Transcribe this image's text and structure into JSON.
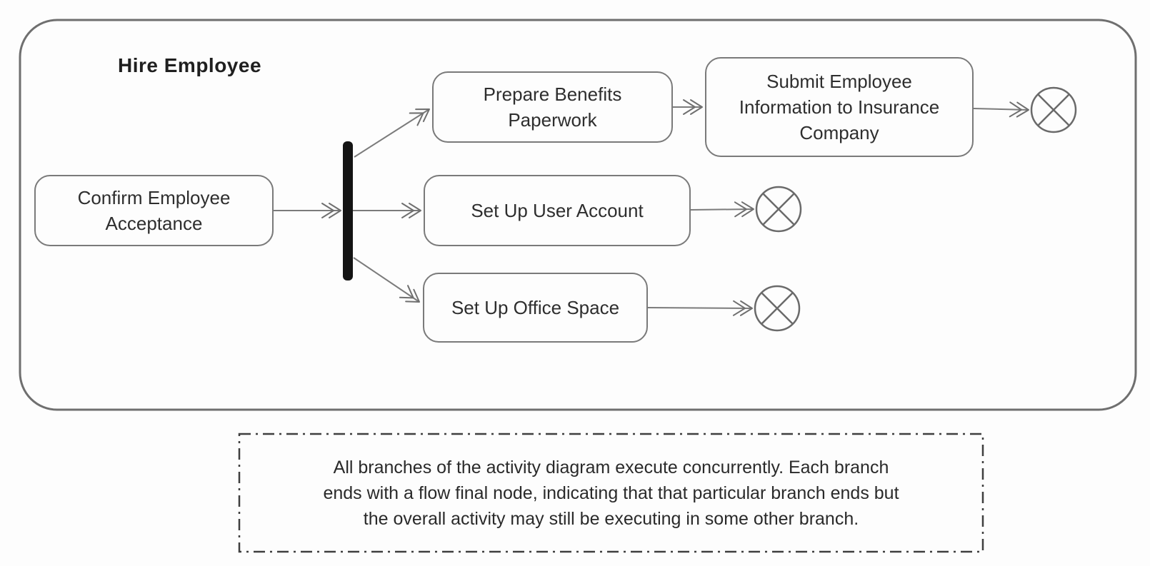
{
  "diagram": {
    "title": "Hire Employee",
    "nodes": {
      "confirm": {
        "type": "action",
        "label": "Confirm Employee\nAcceptance"
      },
      "prepare": {
        "type": "action",
        "label": "Prepare Benefits\nPaperwork"
      },
      "submit": {
        "type": "action",
        "label": "Submit Employee\nInformation to Insurance\nCompany"
      },
      "user_account": {
        "type": "action",
        "label": "Set Up User Account"
      },
      "office_space": {
        "type": "action",
        "label": "Set Up Office Space"
      },
      "fork": {
        "type": "fork"
      },
      "ff_benefits": {
        "type": "flow-final"
      },
      "ff_user_account": {
        "type": "flow-final"
      },
      "ff_office_space": {
        "type": "flow-final"
      }
    },
    "edges": [
      {
        "from": "confirm",
        "to": "fork"
      },
      {
        "from": "fork",
        "to": "prepare"
      },
      {
        "from": "fork",
        "to": "user_account"
      },
      {
        "from": "fork",
        "to": "office_space"
      },
      {
        "from": "prepare",
        "to": "submit"
      },
      {
        "from": "submit",
        "to": "ff_benefits"
      },
      {
        "from": "user_account",
        "to": "ff_user_account"
      },
      {
        "from": "office_space",
        "to": "ff_office_space"
      }
    ],
    "note": {
      "text": "All branches of the activity diagram execute concurrently.  Each branch\nends with a flow final node, indicating that that particular branch ends but\nthe overall activity may still be executing in some other branch."
    },
    "colors": {
      "background": "#fdfdfd",
      "frame_border": "#6f6f6f",
      "node_border": "#7a7a7a",
      "flow_line": "#7b7b7b",
      "fork_fill": "#141414",
      "text": "#2e2e2e",
      "note_border": "#3f3f3f"
    }
  }
}
